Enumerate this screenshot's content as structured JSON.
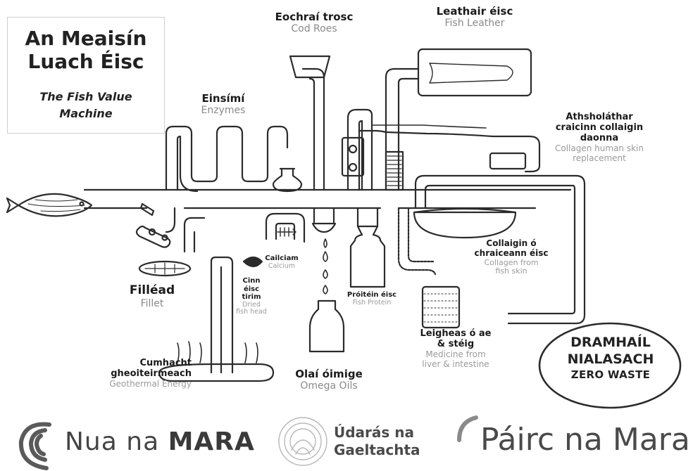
{
  "title": {
    "irish_line1": "An Meaisín",
    "irish_line2": "Luach Éisc",
    "english_line1": "The Fish Value",
    "english_line2": "Machine"
  },
  "labels": {
    "cod_roes": {
      "ga": "Eochraí trosc",
      "en": "Cod Roes"
    },
    "fish_leather": {
      "ga": "Leathair éisc",
      "en": "Fish Leather"
    },
    "enzymes": {
      "ga": "Einsímí",
      "en": "Enzymes"
    },
    "collagen_skin": {
      "ga1": "Athsholáthar",
      "ga2": "craicinn collaigin",
      "ga3": "daonna",
      "en1": "Collagen human skin",
      "en2": "replacement"
    },
    "fillet": {
      "ga": "Filléad",
      "en": "Fillet"
    },
    "calcium": {
      "ga": "Cailciam",
      "en": "Calcium"
    },
    "dried_fish_head": {
      "ga1": "Cinn",
      "ga2": "éisc",
      "ga3": "tirim",
      "en1": "Dried",
      "en2": "fish head"
    },
    "fish_protein": {
      "ga": "Próitéin éisc",
      "en": "Fish Protein"
    },
    "collagen_fish": {
      "ga1": "Collaigin ó",
      "ga2": "chraiceann éisc",
      "en1": "Collagen from",
      "en2": "fish skin"
    },
    "medicine": {
      "ga1": "Leigheas ó ae",
      "ga2": "& stéig",
      "en1": "Medicine from",
      "en2": "liver & intestine"
    },
    "geothermal": {
      "ga1": "Cumhacht",
      "ga2": "gheoiteirmeach",
      "en": "Geothermal Energy"
    },
    "omega": {
      "ga": "Olaí óimige",
      "en": "Omega Oils"
    }
  },
  "zero_waste": {
    "ga1": "DRAMHAÍL",
    "ga2": "NIALASACH",
    "en": "ZERO WASTE"
  },
  "logos": {
    "nua_prefix": "Nua na ",
    "nua_bold": "MARA",
    "udaras_line1": "Údarás na",
    "udaras_line2": "Gaeltachta",
    "pairc": "Páirc na Mara"
  },
  "colors": {
    "line": "#2b2b2b",
    "text_dark": "#1a1a1a",
    "text_grey": "#8a8a8a",
    "logo_grey": "#4a4a4a"
  }
}
